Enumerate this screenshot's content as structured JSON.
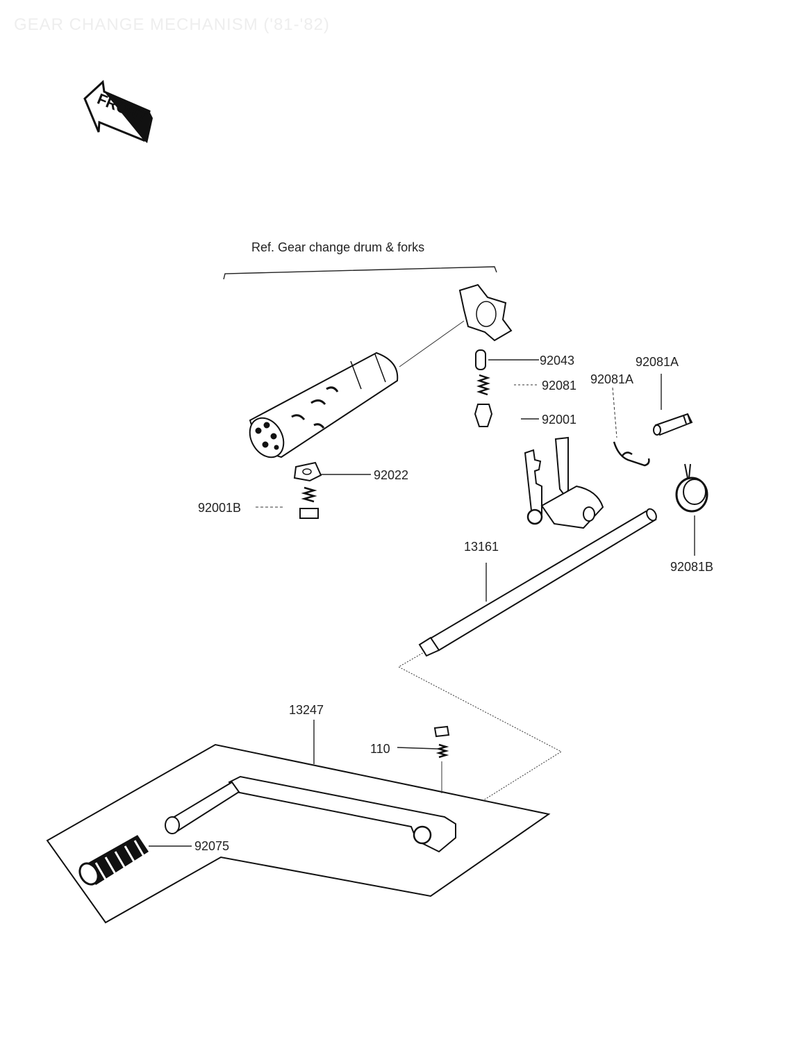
{
  "page": {
    "title": "GEAR CHANGE MECHANISM ('81-'82)",
    "front_label": "FRONT",
    "ref_note": "Ref.  Gear change drum & forks"
  },
  "parts": {
    "p92043": "92043",
    "p92081": "92081",
    "p92081A_right": "92081A",
    "p92081A_left": "92081A",
    "p92001": "92001",
    "p92022": "92022",
    "p92001B": "92001B",
    "p13161": "13161",
    "p92081B": "92081B",
    "p13247": "13247",
    "p110": "110",
    "p92075": "92075"
  },
  "icons": {
    "front_arrow": "arrow-left-front-icon"
  }
}
